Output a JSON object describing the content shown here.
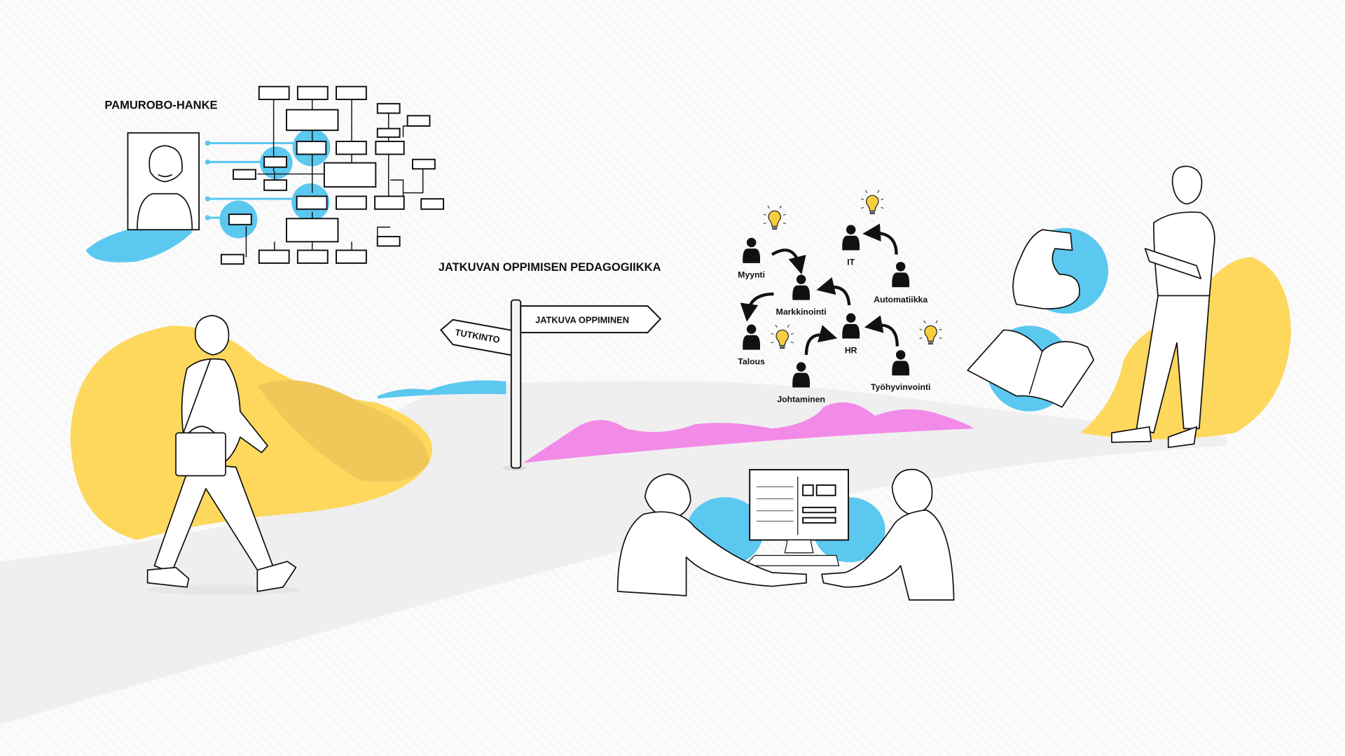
{
  "project": {
    "title": "PAMUROBO-HANKE"
  },
  "pedagogy": {
    "title": "JATKUVAN OPPIMISEN PEDAGOGIIKKA"
  },
  "signpost": {
    "left_sign": "TUTKINTO",
    "right_sign": "JATKUVA OPPIMINEN"
  },
  "network": {
    "nodes": [
      "Myynti",
      "Markkinointi",
      "IT",
      "Automatiikka",
      "Talous",
      "HR",
      "Johtaminen",
      "Työhyvinvointi"
    ]
  },
  "colors": {
    "yellow": "#fdd85d",
    "blue": "#5bc8f0",
    "pink": "#f28ae8",
    "road": "#efefef"
  }
}
